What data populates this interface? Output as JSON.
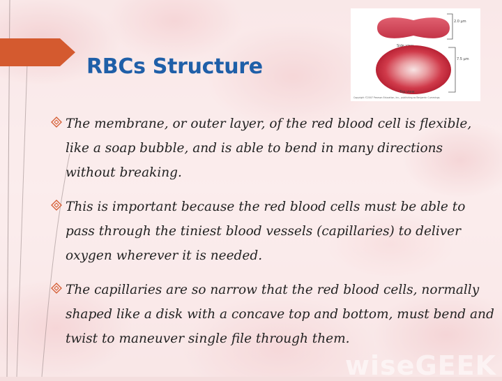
{
  "slide": {
    "title": "RBCs Structure",
    "accent_color": "#d45a2f",
    "title_color": "#1f5fa8"
  },
  "figure": {
    "side_view_label": "Side view",
    "top_view_label": "Top view",
    "thickness_label": "2.0 μm",
    "diameter_label": "7.5 μm",
    "caption": "Copyright ©2007 Pearson Education, Inc., publishing as Benjamin Cummings."
  },
  "bullets": [
    {
      "icon": "diamond-bullet-icon",
      "text": "The membrane, or outer layer, of the red blood cell is flexible, like a soap bubble, and is able to bend in many directions without breaking."
    },
    {
      "icon": "diamond-bullet-icon",
      "text": "This is important because the red blood cells must be able to pass through the tiniest blood vessels (capillaries) to deliver oxygen wherever it is needed."
    },
    {
      "icon": "diamond-bullet-icon",
      "text": "The capillaries are so narrow that the red blood cells, normally shaped like a disk with a concave top and bottom, must bend and twist to maneuver single file through them."
    }
  ],
  "watermark": "wiseGEEK"
}
